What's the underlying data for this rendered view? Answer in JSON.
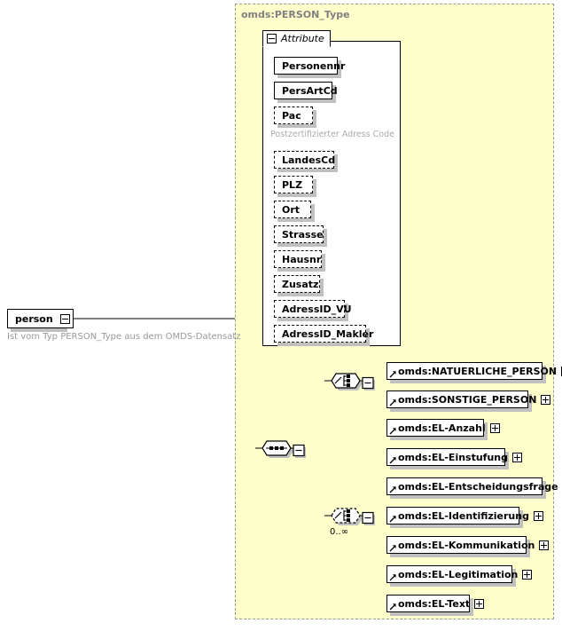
{
  "diagram": {
    "kind": "xsd-schema-diagram",
    "background_color": "#ffffff",
    "type_container": {
      "label": "omds:PERSON_Type",
      "fill_color": "#ffffcc",
      "border_color": "#999999",
      "border_style": "dashed"
    },
    "root_element": {
      "name": "person",
      "expander": "minus",
      "annotation": "Ist vom Typ PERSON_Type aus dem OMDS-Datensatz"
    },
    "attribute_group": {
      "tab_label": "Attribute",
      "expander": "minus",
      "attributes": [
        {
          "name": "Personennr",
          "optional": false,
          "description": null
        },
        {
          "name": "PersArtCd",
          "optional": false,
          "description": null
        },
        {
          "name": "Pac",
          "optional": true,
          "description": "Postzertifizierter Adress Code"
        },
        {
          "name": "LandesCd",
          "optional": true,
          "description": null
        },
        {
          "name": "PLZ",
          "optional": true,
          "description": null
        },
        {
          "name": "Ort",
          "optional": true,
          "description": null
        },
        {
          "name": "Strasse",
          "optional": true,
          "description": null
        },
        {
          "name": "Hausnr",
          "optional": true,
          "description": null
        },
        {
          "name": "Zusatz",
          "optional": true,
          "description": null
        },
        {
          "name": "AdressID_VU",
          "optional": true,
          "description": null
        },
        {
          "name": "AdressID_Makler",
          "optional": true,
          "description": null
        }
      ]
    },
    "compositors": {
      "sequence": {
        "type": "sequence",
        "icon": "sequence-icon",
        "optional": false,
        "cardinality": null
      },
      "choice_person": {
        "type": "choice",
        "icon": "choice-icon",
        "optional": false,
        "cardinality": null,
        "expander": "minus"
      },
      "choice_el": {
        "type": "choice",
        "icon": "choice-icon",
        "optional": true,
        "cardinality": "0..∞",
        "expander": "minus"
      }
    },
    "person_choice_elements": [
      {
        "name": "omds:NATUERLICHE_PERSON",
        "expander": "plus"
      },
      {
        "name": "omds:SONSTIGE_PERSON",
        "expander": "plus"
      }
    ],
    "el_choice_elements": [
      {
        "name": "omds:EL-Anzahl",
        "expander": "plus"
      },
      {
        "name": "omds:EL-Einstufung",
        "expander": "plus"
      },
      {
        "name": "omds:EL-Entscheidungsfrage",
        "expander": "plus"
      },
      {
        "name": "omds:EL-Identifizierung",
        "expander": "plus"
      },
      {
        "name": "omds:EL-Kommunikation",
        "expander": "plus"
      },
      {
        "name": "omds:EL-Legitimation",
        "expander": "plus"
      },
      {
        "name": "omds:EL-Text",
        "expander": "plus"
      }
    ]
  }
}
